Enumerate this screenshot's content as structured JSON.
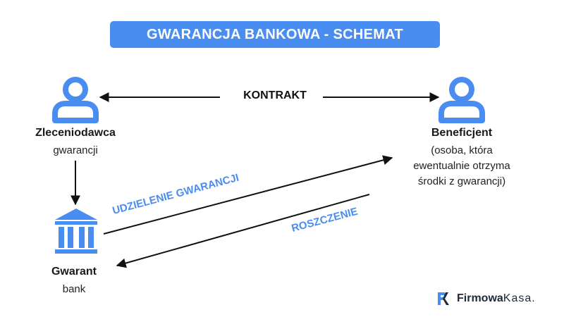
{
  "title": "GWARANCJA BANKOWA - SCHEMAT",
  "colors": {
    "accent": "#4a8df0",
    "dark": "#1a1a1a"
  },
  "contract_label": "KONTRAKT",
  "zleceniodawca": {
    "name": "Zleceniodawca",
    "desc": "gwarancji",
    "icon": "person-icon"
  },
  "beneficjent": {
    "name": "Beneficjent",
    "desc_lines": [
      "(osoba, która",
      "ewentualnie otrzyma",
      "środki z gwarancji)"
    ],
    "icon": "person-icon"
  },
  "gwarant": {
    "name": "Gwarant",
    "desc": "bank",
    "icon": "bank-icon"
  },
  "flows": {
    "issue": "UDZIELENIE GWARANCJI",
    "claim": "ROSZCZENIE"
  },
  "logo": {
    "brand_bold": "Firmowa",
    "brand_light": "Kasa",
    "suffix": "."
  }
}
